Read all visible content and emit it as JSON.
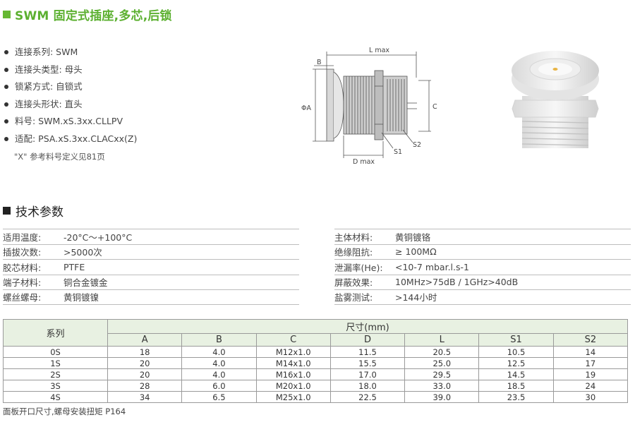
{
  "header": {
    "title": "SWM 固定式插座,多芯,后锁"
  },
  "features": [
    "连接系列: SWM",
    "连接头类型: 母头",
    "锁紧方式: 自锁式",
    "连接头形状: 直头",
    "料号: SWM.xS.3xx.CLLPV",
    "适配: PSA.xS.3xx.CLACxx(Z)"
  ],
  "note": "\"X\" 参考料号定义见81页",
  "diagram": {
    "l_max": "L max",
    "b": "B",
    "phi_a": "ΦA",
    "c": "C",
    "s1": "S1",
    "s2": "S2",
    "d_max": "D max"
  },
  "section": {
    "title": "技术参数"
  },
  "specs_left": [
    {
      "k": "适用温度:",
      "v": "-20°C～+100°C"
    },
    {
      "k": "插拔次数:",
      "v": ">5000次"
    },
    {
      "k": "胶芯材料:",
      "v": "PTFE"
    },
    {
      "k": "端子材料:",
      "v": "铜合金镀金"
    },
    {
      "k": "螺丝螺母:",
      "v": "黄铜镀镍"
    }
  ],
  "specs_right": [
    {
      "k": "主体材料:",
      "v": "黄铜镀铬"
    },
    {
      "k": "绝缘阻抗:",
      "v": "≥ 100MΩ"
    },
    {
      "k": "泄漏率(He):",
      "v": "<10-7 mbar.l.s-1"
    },
    {
      "k": "屏蔽效果:",
      "v": "10MHz>75dB / 1GHz>40dB"
    },
    {
      "k": "盐雾测试:",
      "v": ">144小时"
    }
  ],
  "dim_table": {
    "series_header": "系列",
    "group_header": "尺寸(mm)",
    "columns": [
      "A",
      "B",
      "C",
      "D",
      "L",
      "S1",
      "S2"
    ],
    "rows": [
      [
        "0S",
        "18",
        "4.0",
        "M12x1.0",
        "11.5",
        "20.5",
        "10.5",
        "14"
      ],
      [
        "1S",
        "20",
        "4.0",
        "M14x1.0",
        "15.5",
        "25.0",
        "12.5",
        "17"
      ],
      [
        "2S",
        "20",
        "4.0",
        "M16x1.0",
        "17.0",
        "29.5",
        "14.5",
        "19"
      ],
      [
        "3S",
        "28",
        "6.0",
        "M20x1.0",
        "18.0",
        "33.0",
        "18.5",
        "24"
      ],
      [
        "4S",
        "34",
        "6.5",
        "M25x1.0",
        "22.5",
        "39.0",
        "23.5",
        "30"
      ]
    ]
  },
  "footer": "面板开口尺寸,螺母安装扭矩 P164",
  "colors": {
    "accent": "#5cb030",
    "table_header_bg": "#e8f1e2"
  }
}
